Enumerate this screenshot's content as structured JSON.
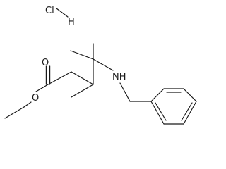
{
  "molecule": {
    "atom_labels": {
      "chlorine": "Cl",
      "hydrogen": "H",
      "oxygen_carbonyl": "O",
      "oxygen_ester": "O",
      "nitrogen_amine": "NH"
    }
  }
}
